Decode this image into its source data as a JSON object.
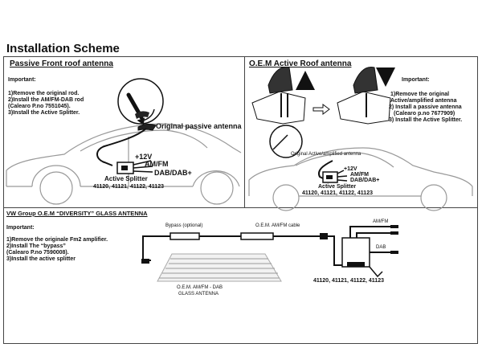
{
  "page": {
    "title": "Installation Scheme"
  },
  "passive": {
    "title": "Passive  Front roof antenna",
    "important": "Important:",
    "steps": [
      "1)Remove the original rod.",
      "2)Install the AM/FM-DAB rod",
      "   (Calearo P.no 7551045).",
      "3)Install the Active Splitter."
    ],
    "antenna_label": "Original passive antenna",
    "power": "+12V",
    "amfm": "AM/FM",
    "dab": "DAB/DAB+",
    "splitter": "Active Splitter",
    "codes": "41120, 41121, 41122, 41123"
  },
  "oem": {
    "title": "O.E.M Active Roof  antenna",
    "important": "Important:",
    "steps": [
      "1)Remove the original",
      "Active/amplified antenna",
      "2) Install a passive antenna",
      "  (Calearo p.no 7677909)",
      "3) Install the Active Splitter."
    ],
    "antenna_label": "Original Active/amplified antenna",
    "power": "+12V",
    "amfm": "AM/FM",
    "dab": "DAB/DAB+",
    "splitter": "Active Splitter",
    "codes": "41120, 41121, 41122, 41123"
  },
  "diversity": {
    "title": "VW Group  O.E.M “DIVERSITY” GLASS ANTENNA",
    "important": "Important:",
    "steps": [
      "1)Remove the originale Fm2 amplifier.",
      "2)Install The “bypass”",
      "   (Calearo P.no 7590008).",
      "3)Install the active splitter"
    ],
    "bypass": "Bypass (optional)",
    "cable": "O.E.M. AM/FM cable",
    "amfm": "AM/FM",
    "dab": "DAB",
    "glass": [
      "O.E.M. AM/FM - DAB",
      "GLASS ANTENNA"
    ],
    "codes": "41120, 41121, 41122, 41123"
  }
}
